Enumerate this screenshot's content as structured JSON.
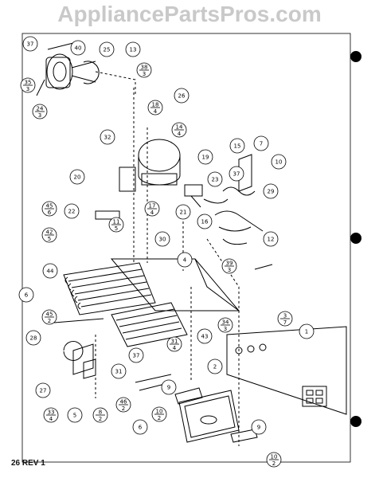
{
  "watermark": "AppliancePartsPros.com",
  "footer": "26 REV 1",
  "callouts": [
    {
      "id": "c37a",
      "top": "37",
      "bottom": ""
    },
    {
      "id": "c40",
      "top": "40",
      "bottom": ""
    },
    {
      "id": "c25",
      "top": "25",
      "bottom": ""
    },
    {
      "id": "c13",
      "top": "13",
      "bottom": ""
    },
    {
      "id": "c35",
      "top": "35",
      "bottom": "3"
    },
    {
      "id": "c38",
      "top": "38",
      "bottom": "3"
    },
    {
      "id": "c24",
      "top": "24",
      "bottom": "3"
    },
    {
      "id": "c26",
      "top": "26",
      "bottom": ""
    },
    {
      "id": "c18",
      "top": "18",
      "bottom": "4"
    },
    {
      "id": "c14",
      "top": "14",
      "bottom": "4"
    },
    {
      "id": "c32",
      "top": "32",
      "bottom": ""
    },
    {
      "id": "c15",
      "top": "15",
      "bottom": ""
    },
    {
      "id": "c7",
      "top": "7",
      "bottom": ""
    },
    {
      "id": "c19",
      "top": "19",
      "bottom": ""
    },
    {
      "id": "c10a",
      "top": "10",
      "bottom": ""
    },
    {
      "id": "c20",
      "top": "20",
      "bottom": ""
    },
    {
      "id": "c23",
      "top": "23",
      "bottom": ""
    },
    {
      "id": "c37b",
      "top": "37",
      "bottom": ""
    },
    {
      "id": "c29",
      "top": "29",
      "bottom": ""
    },
    {
      "id": "c22",
      "top": "22",
      "bottom": ""
    },
    {
      "id": "c17",
      "top": "17",
      "bottom": "4"
    },
    {
      "id": "c21",
      "top": "21",
      "bottom": ""
    },
    {
      "id": "c16",
      "top": "16",
      "bottom": ""
    },
    {
      "id": "c11",
      "top": "11",
      "bottom": "5"
    },
    {
      "id": "c45a",
      "top": "45",
      "bottom": "6"
    },
    {
      "id": "c42",
      "top": "42",
      "bottom": "5"
    },
    {
      "id": "c12",
      "top": "12",
      "bottom": ""
    },
    {
      "id": "c30",
      "top": "30",
      "bottom": ""
    },
    {
      "id": "c4",
      "top": "4",
      "bottom": ""
    },
    {
      "id": "c39",
      "top": "39",
      "bottom": "3"
    },
    {
      "id": "c44",
      "top": "44",
      "bottom": ""
    },
    {
      "id": "c6a",
      "top": "6",
      "bottom": ""
    },
    {
      "id": "c45b",
      "top": "45",
      "bottom": "2"
    },
    {
      "id": "c34",
      "top": "34",
      "bottom": "3"
    },
    {
      "id": "c3",
      "top": "3",
      "bottom": "7"
    },
    {
      "id": "c1",
      "top": "1",
      "bottom": ""
    },
    {
      "id": "c43",
      "top": "43",
      "bottom": ""
    },
    {
      "id": "c28",
      "top": "28",
      "bottom": ""
    },
    {
      "id": "c31b",
      "top": "31",
      "bottom": "4"
    },
    {
      "id": "c37c",
      "top": "37",
      "bottom": ""
    },
    {
      "id": "c31a",
      "top": "31",
      "bottom": ""
    },
    {
      "id": "c2",
      "top": "2",
      "bottom": ""
    },
    {
      "id": "c27",
      "top": "27",
      "bottom": ""
    },
    {
      "id": "c9a",
      "top": "9",
      "bottom": ""
    },
    {
      "id": "c33",
      "top": "33",
      "bottom": "4"
    },
    {
      "id": "c5",
      "top": "5",
      "bottom": ""
    },
    {
      "id": "c8",
      "top": "8",
      "bottom": "2"
    },
    {
      "id": "c46",
      "top": "46",
      "bottom": "2"
    },
    {
      "id": "c10b",
      "top": "10",
      "bottom": "2"
    },
    {
      "id": "c6b",
      "top": "6",
      "bottom": ""
    },
    {
      "id": "c9b",
      "top": "9",
      "bottom": ""
    },
    {
      "id": "c10c",
      "top": "10",
      "bottom": "2"
    }
  ]
}
